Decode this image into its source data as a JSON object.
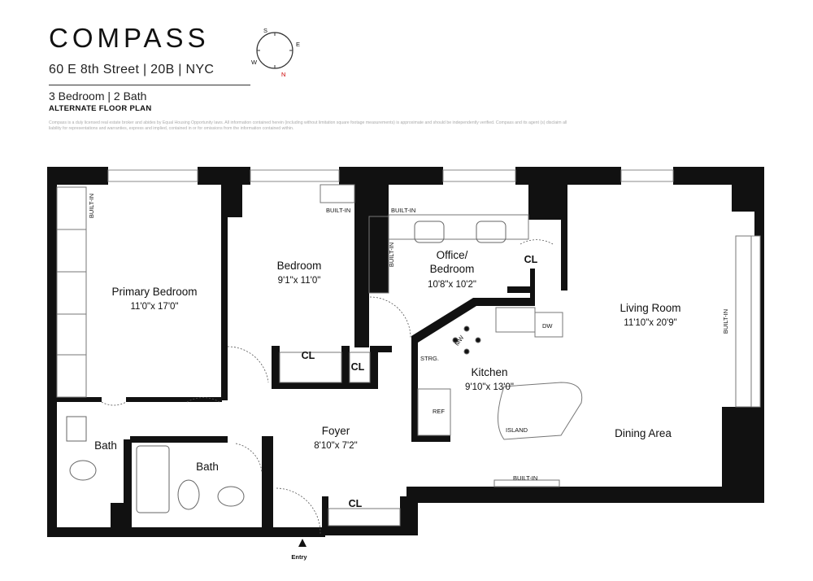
{
  "header": {
    "brand": "COMPASS",
    "address": "60 E 8th Street | 20B | NYC",
    "units": "3 Bedroom | 2 Bath",
    "plan_type": "ALTERNATE FLOOR PLAN",
    "disclaimer": "Compass is a duly licensed real estate broker and abides by Equal Housing Opportunity laws. All information contained herein (including without limitation square footage measurements) is approximate and should be independently verified. Compass and its agent (s) disclaim all liability for representations and warranties, express and implied, contained in or for omissions from the information contained within."
  },
  "compass_rose": {
    "labels": [
      "N",
      "E",
      "S",
      "W"
    ]
  },
  "rooms": {
    "primary_bedroom": {
      "name": "Primary Bedroom",
      "dim": "11'0\"x 17'0\""
    },
    "bedroom": {
      "name": "Bedroom",
      "dim": "9'1\"x 11'0\""
    },
    "office_line1": "Office/",
    "office_line2": "Bedroom",
    "office_dim": "10'8\"x 10'2\"",
    "living": {
      "name": "Living Room",
      "dim": "11'10\"x 20'9\""
    },
    "kitchen": {
      "name": "Kitchen",
      "dim": "9'10\"x 13'0\""
    },
    "foyer": {
      "name": "Foyer",
      "dim": "8'10\"x 7'2\""
    },
    "bath1": "Bath",
    "bath2": "Bath",
    "dining": "Dining Area"
  },
  "labels": {
    "builtin": "BUILT-IN",
    "cl": "CL",
    "mw": "MW",
    "dw": "DW",
    "strg": "STRG.",
    "ref": "REF",
    "island": "ISLAND",
    "entry": "Entry"
  }
}
